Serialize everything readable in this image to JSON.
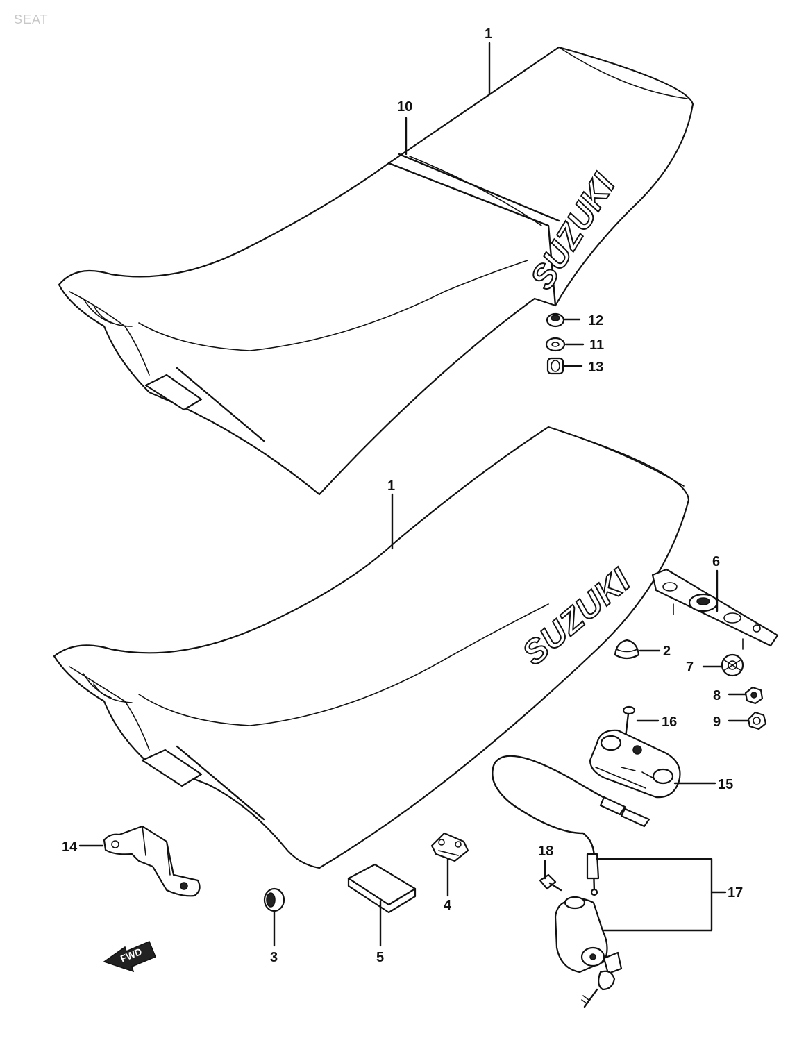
{
  "header": {
    "section_label": "SEAT"
  },
  "brand": {
    "name": "SUZUKI"
  },
  "direction": {
    "label": "FWD"
  },
  "callouts": {
    "c1a": "1",
    "c1b": "1",
    "c2": "2",
    "c3": "3",
    "c4": "4",
    "c5": "5",
    "c6": "6",
    "c7": "7",
    "c8": "8",
    "c9": "9",
    "c10": "10",
    "c11": "11",
    "c12": "12",
    "c13": "13",
    "c14": "14",
    "c15": "15",
    "c16": "16",
    "c17": "17",
    "c18": "18"
  }
}
